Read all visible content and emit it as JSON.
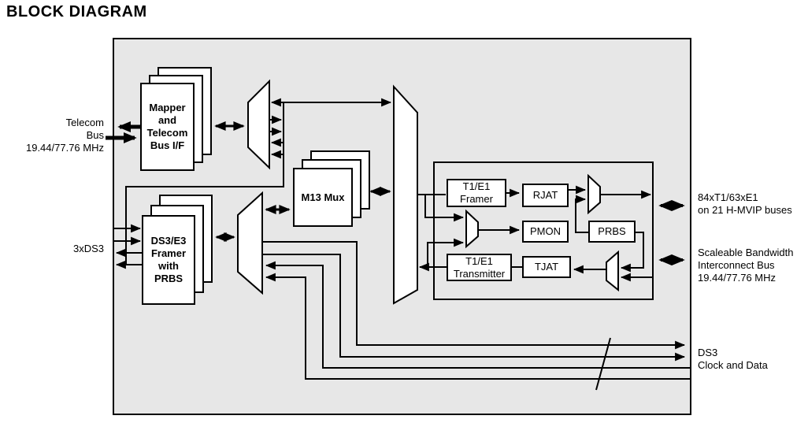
{
  "title": "BLOCK DIAGRAM",
  "colors": {
    "chip_fill": "#e7e7e7",
    "block_fill": "#ffffff",
    "line": "#000000"
  },
  "chip": {
    "blocks": {
      "mapper": "Mapper\nand\nTelecom\nBus I/F",
      "ds3_framer": "DS3/E3\nFramer\nwith\nPRBS",
      "m13_mux": "M13 Mux",
      "t1e1_framer": "T1/E1\nFramer",
      "t1e1_transmitter": "T1/E1\nTransmitter",
      "rjat": "RJAT",
      "pmon": "PMON",
      "tjat": "TJAT",
      "prbs": "PRBS"
    }
  },
  "external_labels": {
    "telecom_bus": "Telecom\nBus\n19.44/77.76 MHz",
    "ds3_ports": "3xDS3",
    "hmvip_bus": "84xT1/63xE1\non 21 H-MVIP buses",
    "sbi_bus": "Scaleable Bandwidth\nInterconnect Bus\n19.44/77.76 MHz",
    "ds3_clock_data": "DS3\nClock and Data"
  }
}
